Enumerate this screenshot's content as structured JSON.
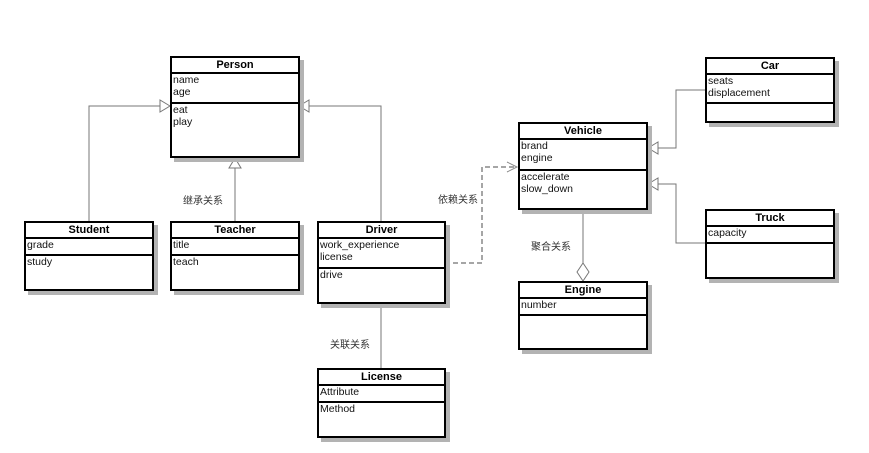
{
  "classes": {
    "person": {
      "name": "Person",
      "attributes": [
        "name",
        "age"
      ],
      "methods": [
        "eat",
        "play"
      ]
    },
    "student": {
      "name": "Student",
      "attributes": [
        "grade"
      ],
      "methods": [
        "study"
      ]
    },
    "teacher": {
      "name": "Teacher",
      "attributes": [
        "title"
      ],
      "methods": [
        "teach"
      ]
    },
    "driver": {
      "name": "Driver",
      "attributes": [
        "work_experience",
        "license"
      ],
      "methods": [
        "drive"
      ]
    },
    "license": {
      "name": "License",
      "attributes": [
        "Attribute"
      ],
      "methods": [
        "Method"
      ]
    },
    "vehicle": {
      "name": "Vehicle",
      "attributes": [
        "brand",
        "engine"
      ],
      "methods": [
        "accelerate",
        "slow_down"
      ]
    },
    "car": {
      "name": "Car",
      "attributes": [
        "seats",
        "displacement"
      ],
      "methods": []
    },
    "truck": {
      "name": "Truck",
      "attributes": [
        "capacity"
      ],
      "methods": []
    },
    "engine": {
      "name": "Engine",
      "attributes": [
        "number"
      ],
      "methods": []
    }
  },
  "relations": {
    "inheritance_label": "继承关系",
    "dependency_label": "依赖关系",
    "association_label": "关联关系",
    "aggregation_label": "聚合关系"
  },
  "colors": {
    "border": "#000000",
    "connector": "#777777",
    "shadow": "#b3b3b3"
  }
}
